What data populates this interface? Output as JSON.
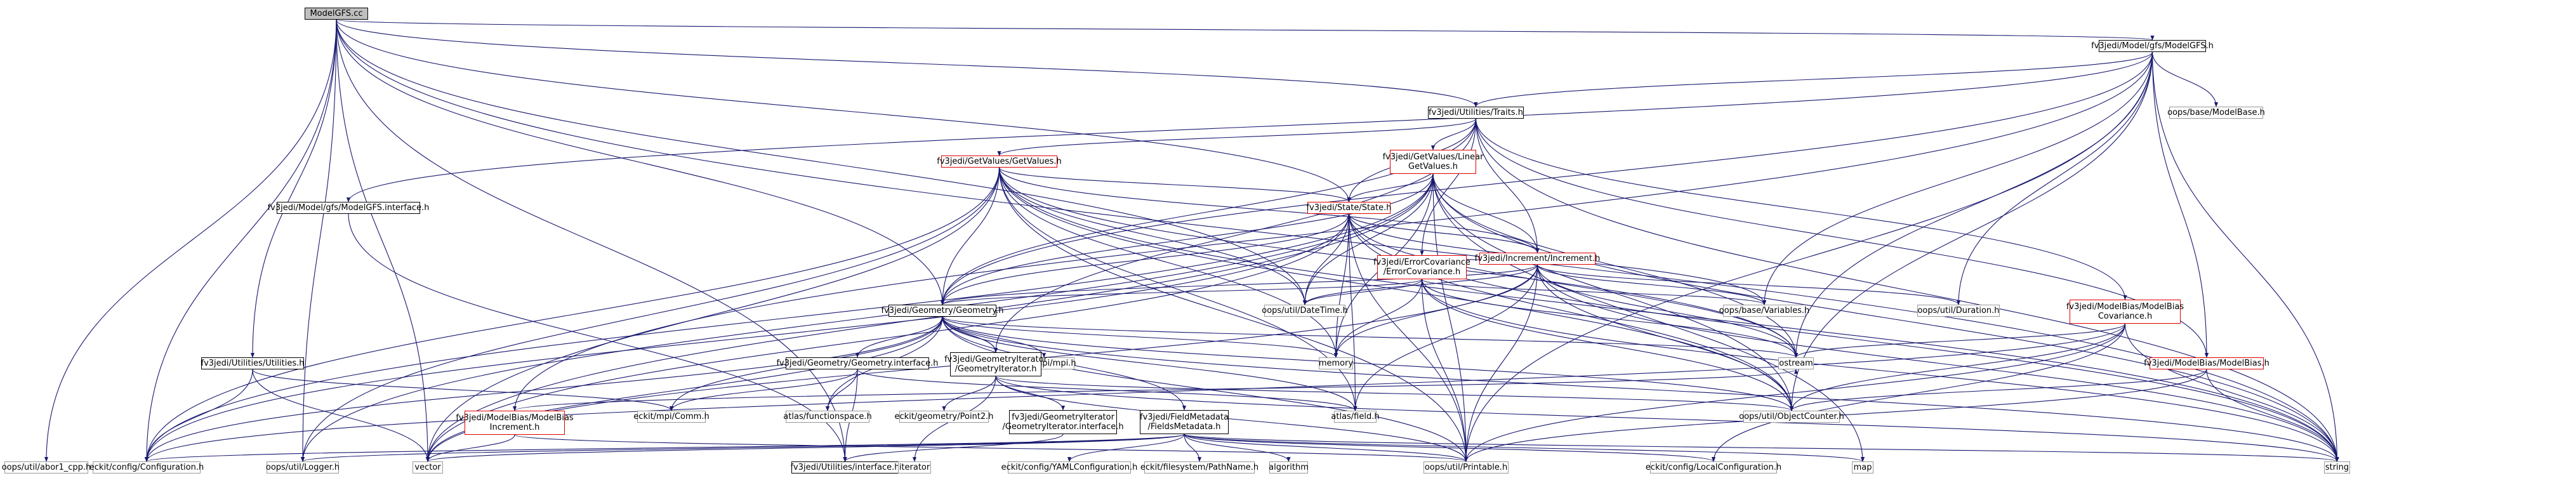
{
  "graph": {
    "edge_color": "#191970",
    "nodes": [
      {
        "id": "root",
        "label": "ModelGFS.cc",
        "style": "root"
      },
      {
        "id": "model_h",
        "label": "fv3jedi/Model/gfs/ModelGFS.h",
        "style": "dark"
      },
      {
        "id": "traits",
        "label": "fv3jedi/Utilities/Traits.h",
        "style": "dark"
      },
      {
        "id": "modelbase",
        "label": "oops/base/ModelBase.h",
        "style": "grey"
      },
      {
        "id": "getvalues",
        "label": "fv3jedi/GetValues/GetValues.h",
        "style": "red"
      },
      {
        "id": "lingetvalues",
        "label": "fv3jedi/GetValues/Linear\nGetValues.h",
        "style": "red"
      },
      {
        "id": "model_iface",
        "label": "fv3jedi/Model/gfs/ModelGFS.interface.h",
        "style": "dark"
      },
      {
        "id": "state",
        "label": "fv3jedi/State/State.h",
        "style": "red"
      },
      {
        "id": "errcov",
        "label": "fv3jedi/ErrorCovariance\n/ErrorCovariance.h",
        "style": "red"
      },
      {
        "id": "increment",
        "label": "fv3jedi/Increment/Increment.h",
        "style": "red"
      },
      {
        "id": "geometry",
        "label": "fv3jedi/Geometry/Geometry.h",
        "style": "dark"
      },
      {
        "id": "datetime",
        "label": "oops/util/DateTime.h",
        "style": "grey"
      },
      {
        "id": "variables",
        "label": "oops/base/Variables.h",
        "style": "grey"
      },
      {
        "id": "duration",
        "label": "oops/util/Duration.h",
        "style": "grey"
      },
      {
        "id": "mbcov",
        "label": "fv3jedi/ModelBias/ModelBias\nCovariance.h",
        "style": "red"
      },
      {
        "id": "memory",
        "label": "memory",
        "style": "grey"
      },
      {
        "id": "ostream",
        "label": "ostream",
        "style": "grey"
      },
      {
        "id": "utilities",
        "label": "fv3jedi/Utilities/Utilities.h",
        "style": "dark"
      },
      {
        "id": "mpih",
        "label": "oops/mpi/mpi.h",
        "style": "grey"
      },
      {
        "id": "geom_iface",
        "label": "fv3jedi/Geometry/Geometry.interface.h",
        "style": "dark"
      },
      {
        "id": "geoiter",
        "label": "fv3jedi/GeometryIterator\n/GeometryIterator.h",
        "style": "dark"
      },
      {
        "id": "atlasfield",
        "label": "atlas/field.h",
        "style": "grey"
      },
      {
        "id": "objcounter",
        "label": "oops/util/ObjectCounter.h",
        "style": "grey"
      },
      {
        "id": "modelbias",
        "label": "fv3jedi/ModelBias/ModelBias.h",
        "style": "red"
      },
      {
        "id": "mbinc",
        "label": "fv3jedi/ModelBias/ModelBias\nIncrement.h",
        "style": "red"
      },
      {
        "id": "comm",
        "label": "eckit/mpi/Comm.h",
        "style": "grey"
      },
      {
        "id": "functionspace",
        "label": "atlas/functionspace.h",
        "style": "grey"
      },
      {
        "id": "point2",
        "label": "eckit/geometry/Point2.h",
        "style": "grey"
      },
      {
        "id": "geoiter_iface",
        "label": "fv3jedi/GeometryIterator\n/GeometryIterator.interface.h",
        "style": "dark"
      },
      {
        "id": "fieldmeta",
        "label": "fv3jedi/FieldMetadata\n/FieldsMetadata.h",
        "style": "dark"
      },
      {
        "id": "abort",
        "label": "oops/util/abor1_cpp.h",
        "style": "grey"
      },
      {
        "id": "configuration",
        "label": "eckit/config/Configuration.h",
        "style": "grey"
      },
      {
        "id": "logger",
        "label": "oops/util/Logger.h",
        "style": "grey"
      },
      {
        "id": "vector",
        "label": "vector",
        "style": "grey"
      },
      {
        "id": "interface",
        "label": "fv3jedi/Utilities/interface.h",
        "style": "dark"
      },
      {
        "id": "iterator",
        "label": "iterator",
        "style": "grey"
      },
      {
        "id": "yamlconf",
        "label": "eckit/config/YAMLConfiguration.h",
        "style": "grey"
      },
      {
        "id": "pathname",
        "label": "eckit/filesystem/PathName.h",
        "style": "grey"
      },
      {
        "id": "algorithm",
        "label": "algorithm",
        "style": "grey"
      },
      {
        "id": "printable",
        "label": "oops/util/Printable.h",
        "style": "grey"
      },
      {
        "id": "localconf",
        "label": "eckit/config/LocalConfiguration.h",
        "style": "grey"
      },
      {
        "id": "map",
        "label": "map",
        "style": "grey"
      },
      {
        "id": "string",
        "label": "string",
        "style": "grey"
      }
    ],
    "edges": [
      [
        "root",
        "model_h"
      ],
      [
        "root",
        "traits"
      ],
      [
        "root",
        "state"
      ],
      [
        "root",
        "geometry"
      ],
      [
        "root",
        "utilities"
      ],
      [
        "root",
        "datetime"
      ],
      [
        "root",
        "abort"
      ],
      [
        "root",
        "configuration"
      ],
      [
        "root",
        "logger"
      ],
      [
        "root",
        "vector"
      ],
      [
        "root",
        "interface"
      ],
      [
        "root",
        "string"
      ],
      [
        "model_h",
        "traits"
      ],
      [
        "model_h",
        "modelbase"
      ],
      [
        "model_h",
        "model_iface"
      ],
      [
        "model_h",
        "geometry"
      ],
      [
        "model_h",
        "variables"
      ],
      [
        "model_h",
        "duration"
      ],
      [
        "model_h",
        "objcounter"
      ],
      [
        "model_h",
        "ostream"
      ],
      [
        "model_h",
        "modelbias"
      ],
      [
        "model_h",
        "mbinc"
      ],
      [
        "model_h",
        "printable"
      ],
      [
        "model_h",
        "string"
      ],
      [
        "traits",
        "getvalues"
      ],
      [
        "traits",
        "lingetvalues"
      ],
      [
        "traits",
        "state"
      ],
      [
        "traits",
        "errcov"
      ],
      [
        "traits",
        "increment"
      ],
      [
        "traits",
        "geometry"
      ],
      [
        "traits",
        "geoiter"
      ],
      [
        "traits",
        "mbcov"
      ],
      [
        "traits",
        "modelbias"
      ],
      [
        "traits",
        "string"
      ],
      [
        "getvalues",
        "geometry"
      ],
      [
        "getvalues",
        "state"
      ],
      [
        "getvalues",
        "increment"
      ],
      [
        "getvalues",
        "datetime"
      ],
      [
        "getvalues",
        "memory"
      ],
      [
        "getvalues",
        "ostream"
      ],
      [
        "getvalues",
        "configuration"
      ],
      [
        "getvalues",
        "logger"
      ],
      [
        "getvalues",
        "vector"
      ],
      [
        "getvalues",
        "objcounter"
      ],
      [
        "getvalues",
        "printable"
      ],
      [
        "getvalues",
        "string"
      ],
      [
        "getvalues",
        "atlasfield"
      ],
      [
        "lingetvalues",
        "geometry"
      ],
      [
        "lingetvalues",
        "state"
      ],
      [
        "lingetvalues",
        "increment"
      ],
      [
        "lingetvalues",
        "datetime"
      ],
      [
        "lingetvalues",
        "memory"
      ],
      [
        "lingetvalues",
        "ostream"
      ],
      [
        "lingetvalues",
        "configuration"
      ],
      [
        "lingetvalues",
        "logger"
      ],
      [
        "lingetvalues",
        "vector"
      ],
      [
        "lingetvalues",
        "objcounter"
      ],
      [
        "lingetvalues",
        "printable"
      ],
      [
        "lingetvalues",
        "string"
      ],
      [
        "lingetvalues",
        "map"
      ],
      [
        "model_iface",
        "interface"
      ],
      [
        "state",
        "geometry"
      ],
      [
        "state",
        "increment"
      ],
      [
        "state",
        "datetime"
      ],
      [
        "state",
        "variables"
      ],
      [
        "state",
        "memory"
      ],
      [
        "state",
        "ostream"
      ],
      [
        "state",
        "configuration"
      ],
      [
        "state",
        "vector"
      ],
      [
        "state",
        "objcounter"
      ],
      [
        "state",
        "printable"
      ],
      [
        "state",
        "string"
      ],
      [
        "state",
        "atlasfield"
      ],
      [
        "errcov",
        "geometry"
      ],
      [
        "errcov",
        "increment"
      ],
      [
        "errcov",
        "datetime"
      ],
      [
        "errcov",
        "variables"
      ],
      [
        "errcov",
        "memory"
      ],
      [
        "errcov",
        "ostream"
      ],
      [
        "errcov",
        "objcounter"
      ],
      [
        "errcov",
        "printable"
      ],
      [
        "errcov",
        "string"
      ],
      [
        "increment",
        "geometry"
      ],
      [
        "increment",
        "state"
      ],
      [
        "increment",
        "datetime"
      ],
      [
        "increment",
        "duration"
      ],
      [
        "increment",
        "variables"
      ],
      [
        "increment",
        "memory"
      ],
      [
        "increment",
        "ostream"
      ],
      [
        "increment",
        "atlasfield"
      ],
      [
        "increment",
        "objcounter"
      ],
      [
        "increment",
        "printable"
      ],
      [
        "increment",
        "vector"
      ],
      [
        "increment",
        "string"
      ],
      [
        "geometry",
        "mpih"
      ],
      [
        "geometry",
        "geom_iface"
      ],
      [
        "geometry",
        "geoiter"
      ],
      [
        "geometry",
        "fieldmeta"
      ],
      [
        "geometry",
        "atlasfield"
      ],
      [
        "geometry",
        "functionspace"
      ],
      [
        "geometry",
        "memory"
      ],
      [
        "geometry",
        "ostream"
      ],
      [
        "geometry",
        "configuration"
      ],
      [
        "geometry",
        "comm"
      ],
      [
        "geometry",
        "objcounter"
      ],
      [
        "geometry",
        "printable"
      ],
      [
        "geometry",
        "vector"
      ],
      [
        "geometry",
        "string"
      ],
      [
        "geom_iface",
        "comm"
      ],
      [
        "geom_iface",
        "functionspace"
      ],
      [
        "geom_iface",
        "atlasfield"
      ],
      [
        "geom_iface",
        "interface"
      ],
      [
        "geoiter",
        "geometry"
      ],
      [
        "geoiter",
        "point2"
      ],
      [
        "geoiter",
        "geoiter_iface"
      ],
      [
        "geoiter",
        "iterator"
      ],
      [
        "geoiter",
        "objcounter"
      ],
      [
        "geoiter",
        "printable"
      ],
      [
        "geoiter",
        "string"
      ],
      [
        "geoiter_iface",
        "interface"
      ],
      [
        "fieldmeta",
        "configuration"
      ],
      [
        "fieldmeta",
        "logger"
      ],
      [
        "fieldmeta",
        "yamlconf"
      ],
      [
        "fieldmeta",
        "pathname"
      ],
      [
        "fieldmeta",
        "algorithm"
      ],
      [
        "fieldmeta",
        "localconf"
      ],
      [
        "fieldmeta",
        "map"
      ],
      [
        "fieldmeta",
        "string"
      ],
      [
        "fieldmeta",
        "vector"
      ],
      [
        "fieldmeta",
        "printable"
      ],
      [
        "mbcov",
        "ostream"
      ],
      [
        "mbcov",
        "objcounter"
      ],
      [
        "mbcov",
        "printable"
      ],
      [
        "mbcov",
        "localconf"
      ],
      [
        "mbcov",
        "string"
      ],
      [
        "mbcov",
        "configuration"
      ],
      [
        "modelbias",
        "objcounter"
      ],
      [
        "modelbias",
        "printable"
      ],
      [
        "modelbias",
        "string"
      ],
      [
        "mbinc",
        "vector"
      ],
      [
        "mbinc",
        "printable"
      ],
      [
        "mbinc",
        "ostream"
      ],
      [
        "utilities",
        "configuration"
      ],
      [
        "utilities",
        "comm"
      ],
      [
        "utilities",
        "vector"
      ]
    ]
  }
}
